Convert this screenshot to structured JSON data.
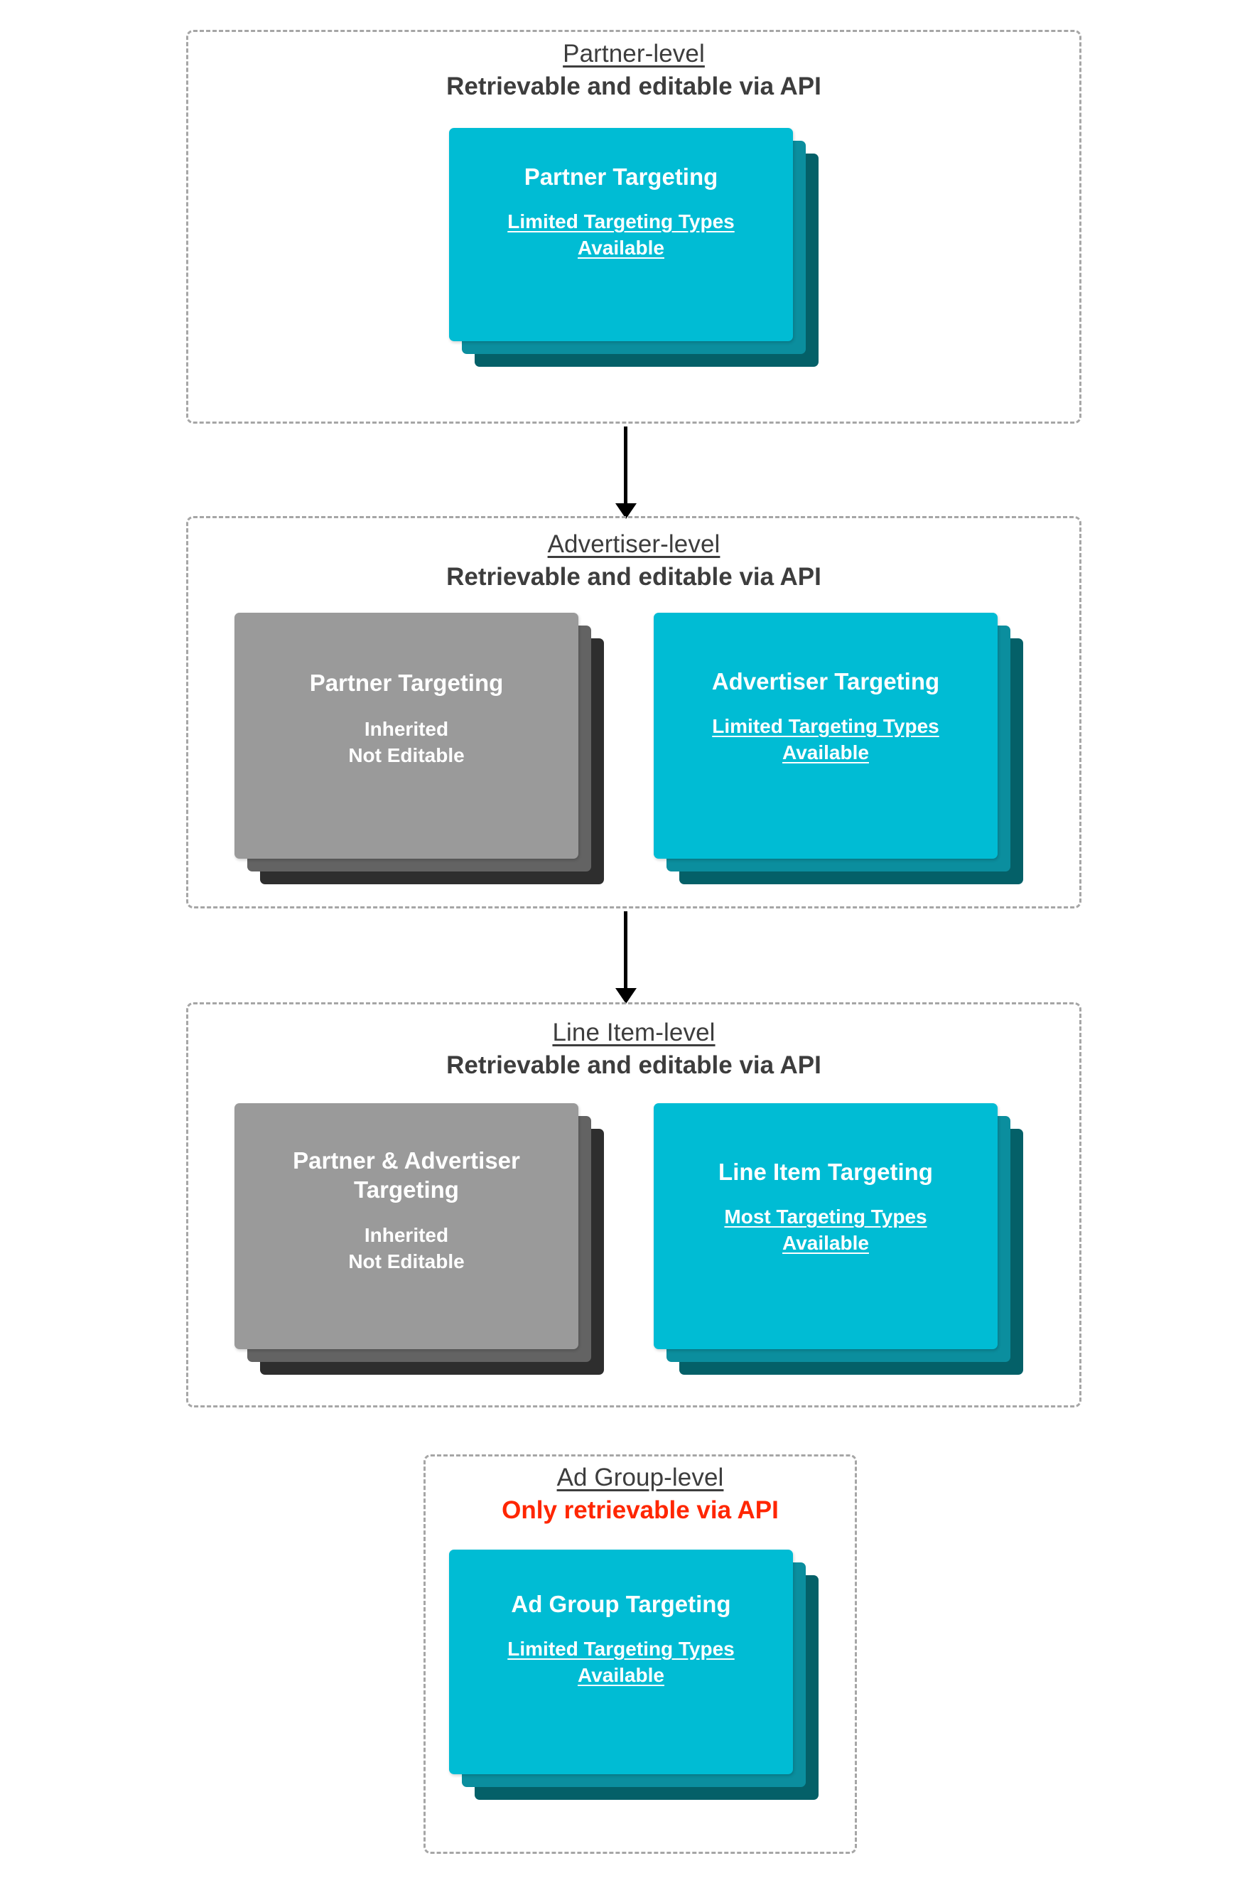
{
  "diagram": {
    "title_text_color": "#3d3d3d",
    "accent_teal": "#00bcd4",
    "accent_teal_mid": "#0b8e9e",
    "accent_teal_dark": "#046068",
    "gray_top": "#9a9a9a",
    "gray_mid": "#636363",
    "gray_dark": "#2e2e2e",
    "danger_color": "#ff2600",
    "box_border_color": "#a6a6a6"
  },
  "levels": [
    {
      "id": "partner",
      "name": "Partner-level",
      "api_note": "Retrievable and editable via API",
      "api_note_danger": false,
      "cards": [
        {
          "id": "partner-targeting",
          "title": "Partner Targeting",
          "sub_line1": "Limited Targeting Types",
          "sub_line2": "Available",
          "sub_underlined": true,
          "palette": "teal"
        }
      ]
    },
    {
      "id": "advertiser",
      "name": "Advertiser-level",
      "api_note": "Retrievable and editable via API",
      "api_note_danger": false,
      "cards": [
        {
          "id": "advertiser-inherited-partner",
          "title": "Partner Targeting",
          "sub_line1": "Inherited",
          "sub_line2": "Not Editable",
          "sub_underlined": false,
          "palette": "gray"
        },
        {
          "id": "advertiser-targeting",
          "title": "Advertiser Targeting",
          "sub_line1": "Limited Targeting Types",
          "sub_line2": "Available",
          "sub_underlined": true,
          "palette": "teal"
        }
      ]
    },
    {
      "id": "line-item",
      "name": "Line Item-level",
      "api_note": "Retrievable and editable via API",
      "api_note_danger": false,
      "cards": [
        {
          "id": "line-item-inherited",
          "title": "Partner & Advertiser Targeting",
          "sub_line1": "Inherited",
          "sub_line2": "Not Editable",
          "sub_underlined": false,
          "palette": "gray"
        },
        {
          "id": "line-item-targeting",
          "title": "Line Item Targeting",
          "sub_line1": "Most Targeting Types",
          "sub_line2": "Available",
          "sub_underlined": true,
          "palette": "teal"
        }
      ]
    },
    {
      "id": "ad-group",
      "name": "Ad Group-level",
      "api_note": "Only retrievable via API",
      "api_note_danger": true,
      "cards": [
        {
          "id": "ad-group-targeting",
          "title": "Ad Group Targeting",
          "sub_line1": "Limited Targeting Types",
          "sub_line2": "Available",
          "sub_underlined": true,
          "palette": "teal"
        }
      ]
    }
  ],
  "connectors": [
    {
      "id": "partner-to-advertiser",
      "from": "partner",
      "to": "advertiser"
    },
    {
      "id": "advertiser-to-line-item",
      "from": "advertiser",
      "to": "line-item"
    }
  ]
}
